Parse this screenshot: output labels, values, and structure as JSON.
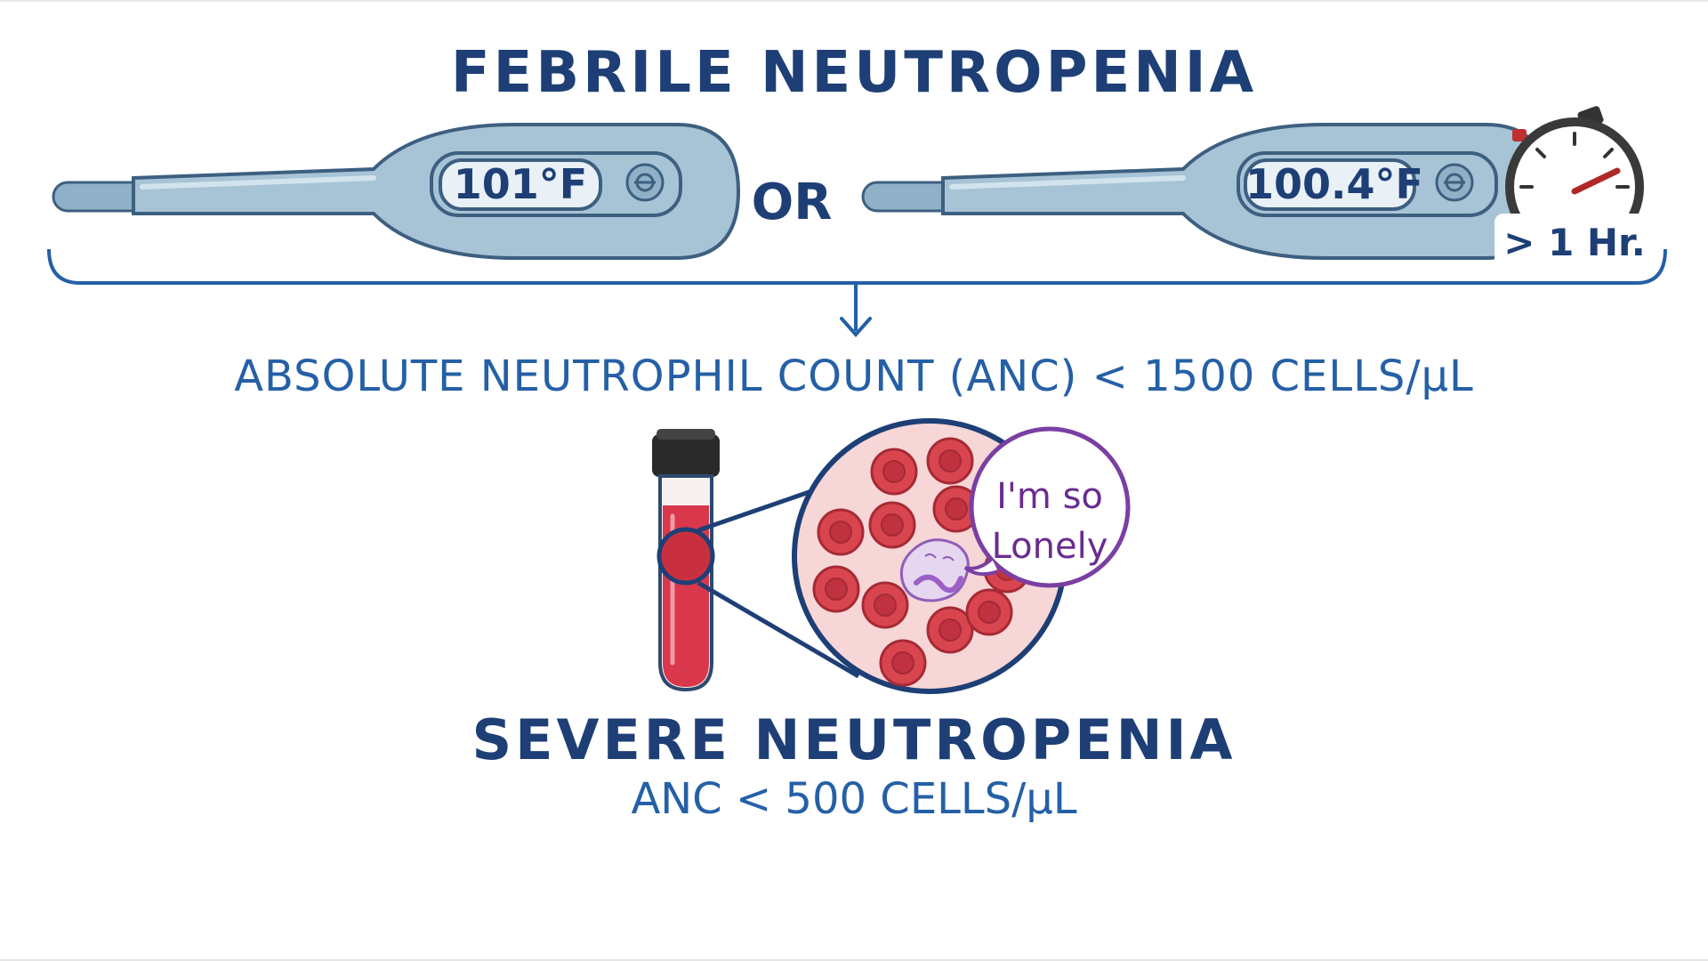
{
  "title": "FEBRILE NEUTROPENIA",
  "thermometer_1": {
    "reading": "101°F"
  },
  "connector": "OR",
  "thermometer_2": {
    "reading": "100.4°F",
    "duration": "> 1 Hr."
  },
  "anc_criterion": "ABSOLUTE NEUTROPHIL COUNT (ANC) < 1500 CELLS/µL",
  "speech_bubble": {
    "line1": "I'm so",
    "line2": "Lonely"
  },
  "severe": {
    "title": "SEVERE NEUTROPENIA",
    "criterion": "ANC < 500 CELLS/µL"
  },
  "colors": {
    "dark_blue": "#1e3f76",
    "mid_blue": "#2560a6",
    "thermometer": "#9fbdd1",
    "blood_red": "#d9374b",
    "rbc": "#d9454f",
    "purple": "#7b3fa3"
  },
  "icons": [
    "thermometer-icon",
    "stopwatch-icon",
    "test-tube-icon",
    "magnifier-circle-icon",
    "neutrophil-icon",
    "red-blood-cell-icon",
    "arrow-down-icon",
    "power-button-icon"
  ]
}
